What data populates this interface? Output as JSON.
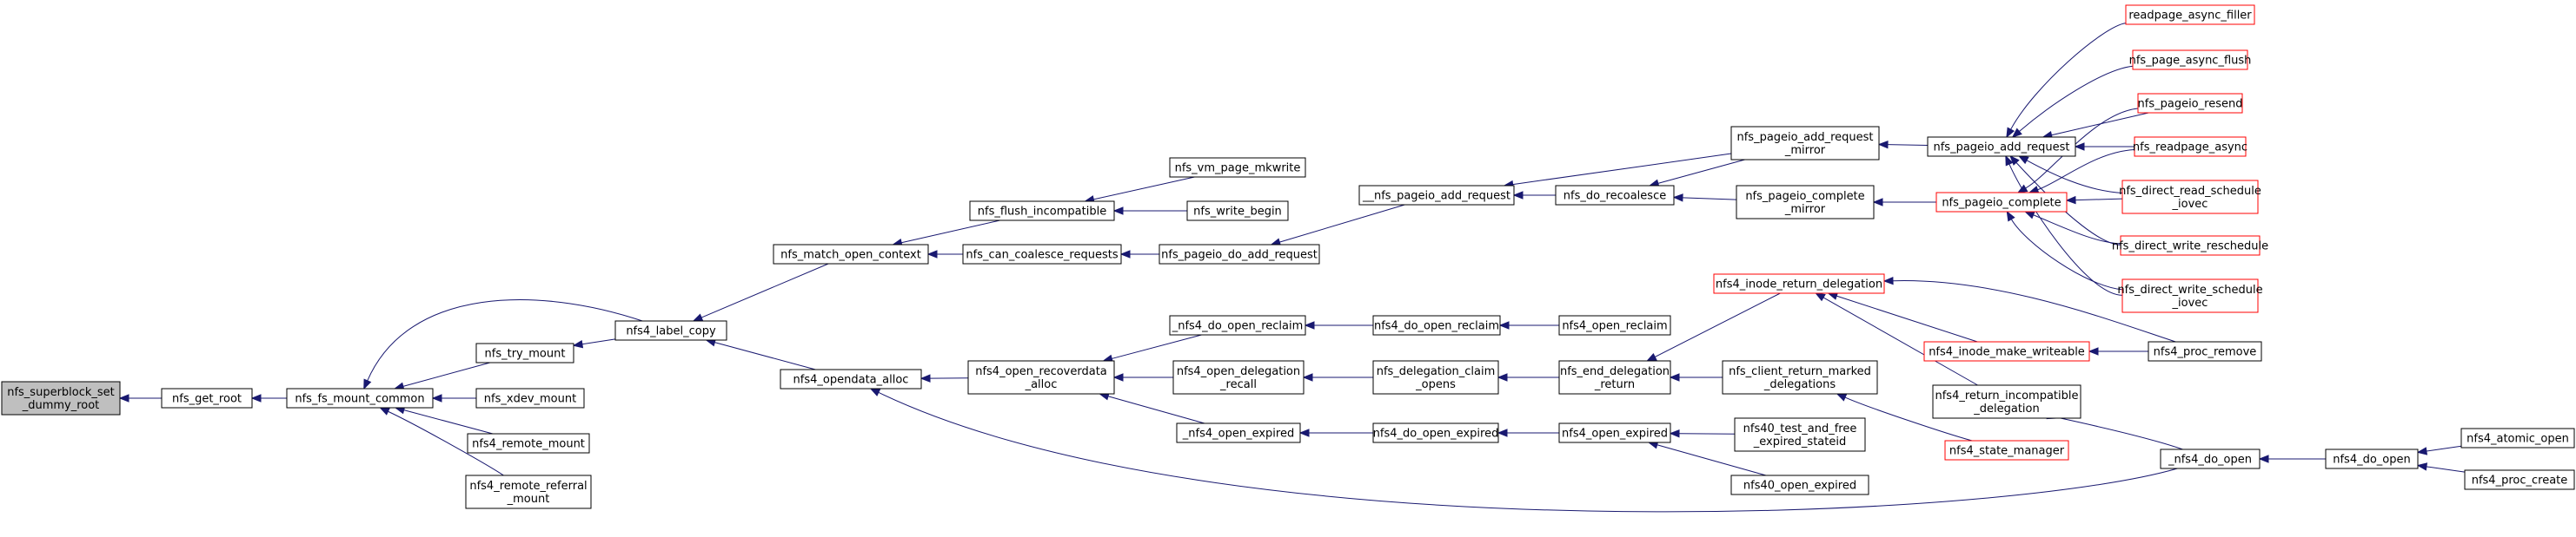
{
  "graph": {
    "colors": {
      "background": "#ffffff",
      "edge": "#191970",
      "node_border_normal": "#000000",
      "node_border_truncated": "#ff0000",
      "node_fill_root": "#bfbfbf",
      "node_fill": "#ffffff"
    },
    "nodes": [
      {
        "id": "root",
        "lines": [
          "nfs_superblock_set",
          "_dummy_root"
        ],
        "style": "root"
      },
      {
        "id": "get_root",
        "lines": [
          "nfs_get_root"
        ],
        "style": "normal"
      },
      {
        "id": "fs_mount_common",
        "lines": [
          "nfs_fs_mount_common"
        ],
        "style": "normal"
      },
      {
        "id": "try_mount",
        "lines": [
          "nfs_try_mount"
        ],
        "style": "normal"
      },
      {
        "id": "xdev_mount",
        "lines": [
          "nfs_xdev_mount"
        ],
        "style": "normal"
      },
      {
        "id": "nfs4_remote_mount",
        "lines": [
          "nfs4_remote_mount"
        ],
        "style": "normal"
      },
      {
        "id": "nfs4_remote_referral",
        "lines": [
          "nfs4_remote_referral",
          "_mount"
        ],
        "style": "normal"
      },
      {
        "id": "nfs4_label_copy",
        "lines": [
          "nfs4_label_copy"
        ],
        "style": "normal"
      },
      {
        "id": "match_open_context",
        "lines": [
          "nfs_match_open_context"
        ],
        "style": "normal"
      },
      {
        "id": "nfs4_opendata_alloc",
        "lines": [
          "nfs4_opendata_alloc"
        ],
        "style": "normal"
      },
      {
        "id": "flush_incompatible",
        "lines": [
          "nfs_flush_incompatible"
        ],
        "style": "normal"
      },
      {
        "id": "can_coalesce",
        "lines": [
          "nfs_can_coalesce_requests"
        ],
        "style": "normal"
      },
      {
        "id": "vm_page_mkwrite",
        "lines": [
          "nfs_vm_page_mkwrite"
        ],
        "style": "normal"
      },
      {
        "id": "write_begin",
        "lines": [
          "nfs_write_begin"
        ],
        "style": "normal"
      },
      {
        "id": "pageio_do_add",
        "lines": [
          "nfs_pageio_do_add_request"
        ],
        "style": "normal"
      },
      {
        "id": "__pageio_add",
        "lines": [
          "__nfs_pageio_add_request"
        ],
        "style": "normal"
      },
      {
        "id": "do_recoalesce",
        "lines": [
          "nfs_do_recoalesce"
        ],
        "style": "normal"
      },
      {
        "id": "add_mirror",
        "lines": [
          "nfs_pageio_add_request",
          "_mirror"
        ],
        "style": "normal"
      },
      {
        "id": "complete_mirror",
        "lines": [
          "nfs_pageio_complete",
          "_mirror"
        ],
        "style": "normal"
      },
      {
        "id": "pageio_add",
        "lines": [
          "nfs_pageio_add_request"
        ],
        "style": "normal"
      },
      {
        "id": "pageio_complete",
        "lines": [
          "nfs_pageio_complete"
        ],
        "style": "truncated"
      },
      {
        "id": "readpage_async_filler",
        "lines": [
          "readpage_async_filler"
        ],
        "style": "truncated"
      },
      {
        "id": "page_async_flush",
        "lines": [
          "nfs_page_async_flush"
        ],
        "style": "truncated"
      },
      {
        "id": "pageio_resend",
        "lines": [
          "nfs_pageio_resend"
        ],
        "style": "truncated"
      },
      {
        "id": "readpage_async",
        "lines": [
          "nfs_readpage_async"
        ],
        "style": "truncated"
      },
      {
        "id": "direct_read_schedule",
        "lines": [
          "nfs_direct_read_schedule",
          "_iovec"
        ],
        "style": "truncated"
      },
      {
        "id": "direct_write_reschedule",
        "lines": [
          "nfs_direct_write_reschedule"
        ],
        "style": "truncated"
      },
      {
        "id": "direct_write_schedule",
        "lines": [
          "nfs_direct_write_schedule",
          "_iovec"
        ],
        "style": "truncated"
      },
      {
        "id": "open_recoverdata",
        "lines": [
          "nfs4_open_recoverdata",
          "_alloc"
        ],
        "style": "normal"
      },
      {
        "id": "_do_open_reclaim",
        "lines": [
          "_nfs4_do_open_reclaim"
        ],
        "style": "normal"
      },
      {
        "id": "open_delegation_recall",
        "lines": [
          "nfs4_open_delegation",
          "_recall"
        ],
        "style": "normal"
      },
      {
        "id": "_open_expired",
        "lines": [
          "_nfs4_open_expired"
        ],
        "style": "normal"
      },
      {
        "id": "do_open_reclaim",
        "lines": [
          "nfs4_do_open_reclaim"
        ],
        "style": "normal"
      },
      {
        "id": "open_reclaim",
        "lines": [
          "nfs4_open_reclaim"
        ],
        "style": "normal"
      },
      {
        "id": "delegation_claim",
        "lines": [
          "nfs_delegation_claim",
          "_opens"
        ],
        "style": "normal"
      },
      {
        "id": "end_delegation",
        "lines": [
          "nfs_end_delegation",
          "_return"
        ],
        "style": "normal"
      },
      {
        "id": "do_open_expired",
        "lines": [
          "nfs4_do_open_expired"
        ],
        "style": "normal"
      },
      {
        "id": "open_expired",
        "lines": [
          "nfs4_open_expired"
        ],
        "style": "normal"
      },
      {
        "id": "inode_return_delegation",
        "lines": [
          "nfs4_inode_return_delegation"
        ],
        "style": "truncated"
      },
      {
        "id": "client_return_marked",
        "lines": [
          "nfs_client_return_marked",
          "_delegations"
        ],
        "style": "normal"
      },
      {
        "id": "nfs40_test",
        "lines": [
          "nfs40_test_and_free",
          "_expired_stateid"
        ],
        "style": "normal"
      },
      {
        "id": "nfs40_open_expired",
        "lines": [
          "nfs40_open_expired"
        ],
        "style": "normal"
      },
      {
        "id": "inode_make_writeable",
        "lines": [
          "nfs4_inode_make_writeable"
        ],
        "style": "truncated"
      },
      {
        "id": "return_incompatible",
        "lines": [
          "nfs4_return_incompatible",
          "_delegation"
        ],
        "style": "normal"
      },
      {
        "id": "state_manager",
        "lines": [
          "nfs4_state_manager"
        ],
        "style": "truncated"
      },
      {
        "id": "proc_remove",
        "lines": [
          "nfs4_proc_remove"
        ],
        "style": "normal"
      },
      {
        "id": "_do_open",
        "lines": [
          "_nfs4_do_open"
        ],
        "style": "normal"
      },
      {
        "id": "do_open",
        "lines": [
          "nfs4_do_open"
        ],
        "style": "normal"
      },
      {
        "id": "atomic_open",
        "lines": [
          "nfs4_atomic_open"
        ],
        "style": "normal"
      },
      {
        "id": "proc_create",
        "lines": [
          "nfs4_proc_create"
        ],
        "style": "normal"
      }
    ],
    "edges": [
      [
        "get_root",
        "root"
      ],
      [
        "fs_mount_common",
        "get_root"
      ],
      [
        "try_mount",
        "fs_mount_common"
      ],
      [
        "xdev_mount",
        "fs_mount_common"
      ],
      [
        "nfs4_remote_mount",
        "fs_mount_common"
      ],
      [
        "nfs4_remote_referral",
        "fs_mount_common"
      ],
      [
        "nfs4_label_copy",
        "fs_mount_common"
      ],
      [
        "nfs4_label_copy",
        "try_mount"
      ],
      [
        "match_open_context",
        "nfs4_label_copy"
      ],
      [
        "nfs4_opendata_alloc",
        "nfs4_label_copy"
      ],
      [
        "flush_incompatible",
        "match_open_context"
      ],
      [
        "can_coalesce",
        "match_open_context"
      ],
      [
        "vm_page_mkwrite",
        "flush_incompatible"
      ],
      [
        "write_begin",
        "flush_incompatible"
      ],
      [
        "pageio_do_add",
        "can_coalesce"
      ],
      [
        "__pageio_add",
        "pageio_do_add"
      ],
      [
        "do_recoalesce",
        "__pageio_add"
      ],
      [
        "add_mirror",
        "__pageio_add"
      ],
      [
        "add_mirror",
        "do_recoalesce"
      ],
      [
        "complete_mirror",
        "do_recoalesce"
      ],
      [
        "pageio_add",
        "add_mirror"
      ],
      [
        "pageio_complete",
        "complete_mirror"
      ],
      [
        "readpage_async_filler",
        "pageio_add"
      ],
      [
        "page_async_flush",
        "pageio_add"
      ],
      [
        "pageio_resend",
        "pageio_add"
      ],
      [
        "readpage_async",
        "pageio_add"
      ],
      [
        "direct_read_schedule",
        "pageio_add"
      ],
      [
        "direct_write_reschedule",
        "pageio_add"
      ],
      [
        "direct_write_schedule",
        "pageio_add"
      ],
      [
        "pageio_resend",
        "pageio_complete"
      ],
      [
        "readpage_async",
        "pageio_complete"
      ],
      [
        "direct_read_schedule",
        "pageio_complete"
      ],
      [
        "direct_write_reschedule",
        "pageio_complete"
      ],
      [
        "direct_write_schedule",
        "pageio_complete"
      ],
      [
        "open_recoverdata",
        "nfs4_opendata_alloc"
      ],
      [
        "_do_open",
        "nfs4_opendata_alloc"
      ],
      [
        "_do_open_reclaim",
        "open_recoverdata"
      ],
      [
        "open_delegation_recall",
        "open_recoverdata"
      ],
      [
        "_open_expired",
        "open_recoverdata"
      ],
      [
        "do_open_reclaim",
        "_do_open_reclaim"
      ],
      [
        "open_reclaim",
        "do_open_reclaim"
      ],
      [
        "delegation_claim",
        "open_delegation_recall"
      ],
      [
        "end_delegation",
        "delegation_claim"
      ],
      [
        "do_open_expired",
        "_open_expired"
      ],
      [
        "open_expired",
        "do_open_expired"
      ],
      [
        "inode_return_delegation",
        "end_delegation"
      ],
      [
        "client_return_marked",
        "end_delegation"
      ],
      [
        "nfs40_test",
        "open_expired"
      ],
      [
        "nfs40_open_expired",
        "open_expired"
      ],
      [
        "inode_make_writeable",
        "inode_return_delegation"
      ],
      [
        "return_incompatible",
        "inode_return_delegation"
      ],
      [
        "proc_remove",
        "inode_return_delegation"
      ],
      [
        "state_manager",
        "client_return_marked"
      ],
      [
        "proc_remove",
        "inode_make_writeable"
      ],
      [
        "_do_open",
        "return_incompatible"
      ],
      [
        "do_open",
        "_do_open"
      ],
      [
        "atomic_open",
        "do_open"
      ],
      [
        "proc_create",
        "do_open"
      ]
    ]
  }
}
